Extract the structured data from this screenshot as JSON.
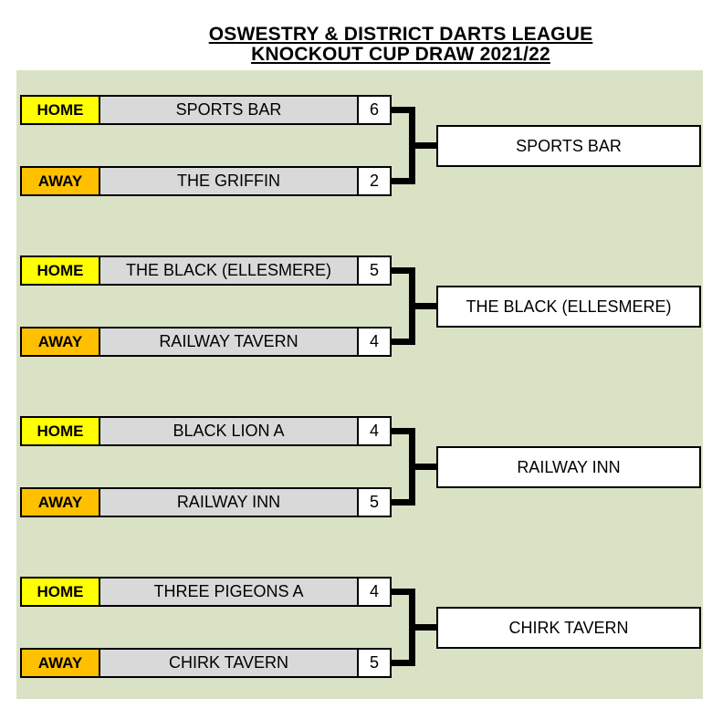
{
  "title": {
    "line1": "OSWESTRY & DISTRICT DARTS LEAGUE",
    "line2": "KNOCKOUT CUP DRAW 2021/22"
  },
  "labels": {
    "home": "HOME",
    "away": "AWAY"
  },
  "colors": {
    "panel_background": "#d9e2c4",
    "home_tag": "#ffff00",
    "away_tag": "#ffc000",
    "team_bar": "#d9d9d9",
    "score_box": "#ffffff",
    "border_and_lines": "#000000"
  },
  "matches": [
    {
      "home": {
        "team": "SPORTS BAR",
        "score": "6"
      },
      "away": {
        "team": "THE GRIFFIN",
        "score": "2"
      },
      "winner": "SPORTS BAR"
    },
    {
      "home": {
        "team": "THE BLACK (ELLESMERE)",
        "score": "5"
      },
      "away": {
        "team": "RAILWAY TAVERN",
        "score": "4"
      },
      "winner": "THE BLACK (ELLESMERE)"
    },
    {
      "home": {
        "team": "BLACK LION A",
        "score": "4"
      },
      "away": {
        "team": "RAILWAY INN",
        "score": "5"
      },
      "winner": "RAILWAY INN"
    },
    {
      "home": {
        "team": "THREE PIGEONS A",
        "score": "4"
      },
      "away": {
        "team": "CHIRK TAVERN",
        "score": "5"
      },
      "winner": "CHIRK TAVERN"
    }
  ]
}
